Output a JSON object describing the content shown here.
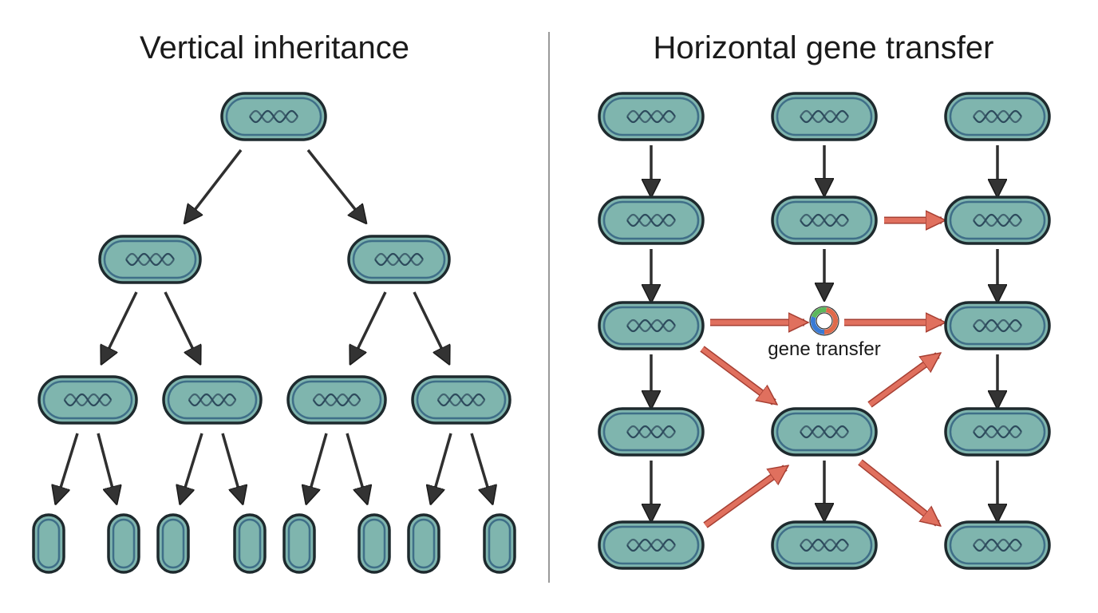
{
  "titles": {
    "left": "Vertical inheritance",
    "right": "Horizontal gene transfer"
  },
  "labels": {
    "gene_transfer": "gene transfer"
  },
  "colors": {
    "cell_fill": "#7fb5ae",
    "cell_stroke": "#1e2a2e",
    "cell_inner_ring": "#3f6f88",
    "dna": "#2d4a5c",
    "vertical_arrow": "#2f2f2f",
    "transfer_arrow": "#e0705e",
    "transfer_arrow_stroke": "#a63f33",
    "plasmid": [
      "#e06a4a",
      "#3a7bd5",
      "#5cb85c"
    ],
    "divider": "#9a9a9a"
  },
  "icons": {
    "cell": "bacterium-icon",
    "dna": "dna-strand-icon",
    "plasmid": "plasmid-icon"
  }
}
